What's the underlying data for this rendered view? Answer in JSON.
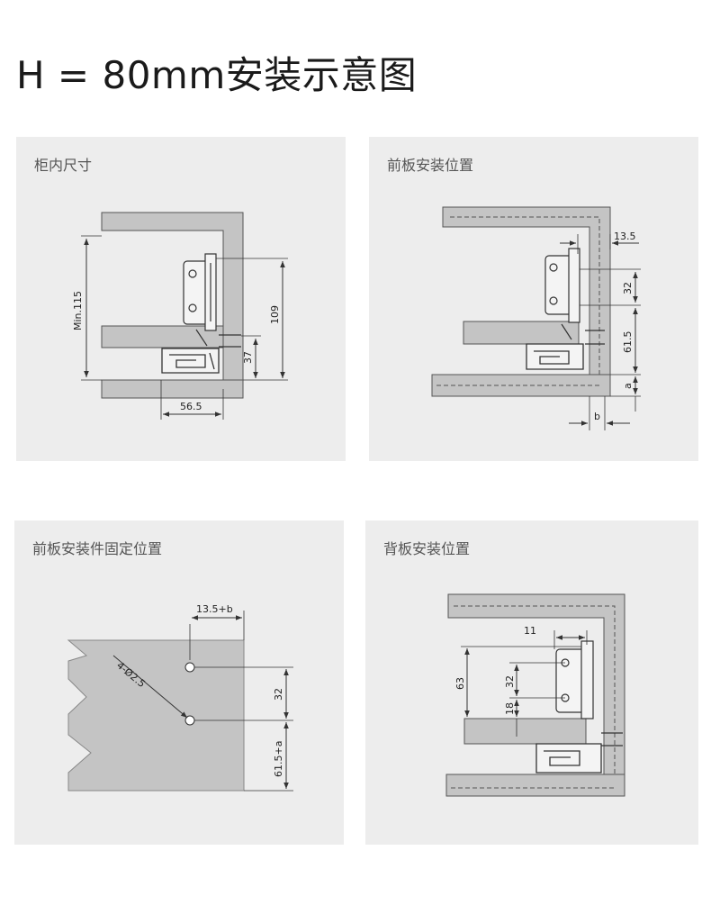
{
  "title": "H = 80mm安装示意图",
  "panels": [
    {
      "label": "柜内尺寸",
      "dims": {
        "min": "Min.115",
        "h109": "109",
        "h37": "37",
        "w565": "56.5"
      }
    },
    {
      "label": "前板安装位置",
      "dims": {
        "d135": "13.5",
        "d32": "32",
        "d615": "61.5",
        "a": "a",
        "b": "b"
      }
    },
    {
      "label": "前板安装件固定位置",
      "dims": {
        "d135b": "13.5+b",
        "hole": "4-Ø2.5",
        "d32": "32",
        "d615a": "61.5+a"
      }
    },
    {
      "label": "背板安装位置",
      "dims": {
        "d11": "11",
        "d63": "63",
        "d32": "32",
        "d18": "18"
      }
    }
  ],
  "colors": {
    "panel_bg": "#ededed",
    "board_fill": "#c4c4c4",
    "line": "#333333"
  }
}
